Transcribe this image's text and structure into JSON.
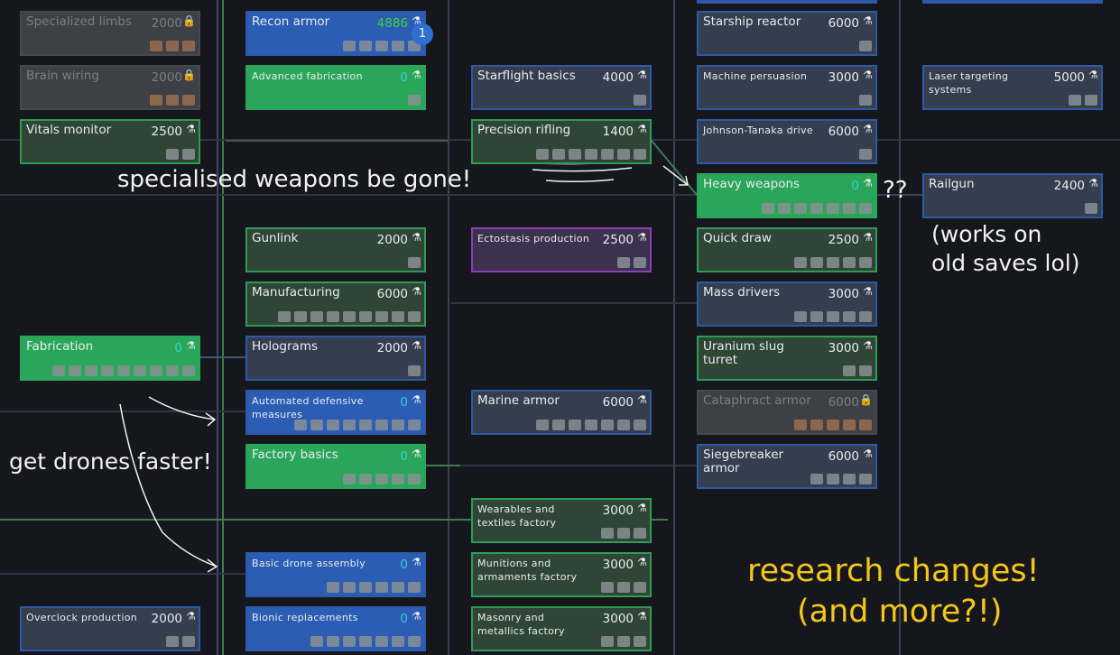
{
  "nodes": [
    {
      "label": "Specialized limbs",
      "cost": "2000",
      "state": "locked",
      "col": 0,
      "row": 0,
      "icons": 3
    },
    {
      "label": "Brain wiring",
      "cost": "2000",
      "state": "locked",
      "col": 0,
      "row": 1,
      "icons": 3
    },
    {
      "label": "Vitals monitor",
      "cost": "2500",
      "state": "prog",
      "col": 0,
      "row": 2,
      "icons": 2
    },
    {
      "label": "Fabrication",
      "cost": "0",
      "state": "done",
      "col": 0,
      "row": 6,
      "icons": 9
    },
    {
      "label": "Overclock production",
      "cost": "2000",
      "state": "avail",
      "col": 0,
      "row": 11,
      "icons": 2,
      "small": true
    },
    {
      "label": "Recon armor",
      "cost": "4886",
      "state": "queued recon",
      "col": 1,
      "row": 0,
      "icons": 5,
      "badge": "1"
    },
    {
      "label": "Advanced fabrication",
      "cost": "0",
      "state": "done",
      "col": 1,
      "row": 1,
      "icons": 1,
      "small": true
    },
    {
      "label": "Gunlink",
      "cost": "2000",
      "state": "prog",
      "col": 1,
      "row": 4,
      "icons": 1
    },
    {
      "label": "Manufacturing",
      "cost": "6000",
      "state": "prog",
      "col": 1,
      "row": 5,
      "icons": 9
    },
    {
      "label": "Holograms",
      "cost": "2000",
      "state": "avail",
      "col": 1,
      "row": 6,
      "icons": 1
    },
    {
      "label": "Automated defensive measures",
      "cost": "0",
      "state": "queued",
      "col": 1,
      "row": 7,
      "icons": 8,
      "small": true
    },
    {
      "label": "Factory basics",
      "cost": "0",
      "state": "done",
      "col": 1,
      "row": 8,
      "icons": 5
    },
    {
      "label": "Basic drone assembly",
      "cost": "0",
      "state": "queued",
      "col": 1,
      "row": 10,
      "icons": 6,
      "small": true
    },
    {
      "label": "Bionic replacements",
      "cost": "0",
      "state": "queued",
      "col": 1,
      "row": 11,
      "icons": 7,
      "small": true
    },
    {
      "label": "Starflight basics",
      "cost": "4000",
      "state": "avail",
      "col": 2,
      "row": 1,
      "icons": 1
    },
    {
      "label": "Precision rifling",
      "cost": "1400",
      "state": "prog",
      "col": 2,
      "row": 2,
      "icons": 7
    },
    {
      "label": "Ectostasis production",
      "cost": "2500",
      "state": "purple",
      "col": 2,
      "row": 4,
      "icons": 2,
      "small": true
    },
    {
      "label": "Marine armor",
      "cost": "6000",
      "state": "avail",
      "col": 2,
      "row": 7,
      "icons": 7
    },
    {
      "label": "Wearables and textiles factory",
      "cost": "3000",
      "state": "prog",
      "col": 2,
      "row": 9,
      "icons": 3,
      "small": true
    },
    {
      "label": "Munitions and armaments factory",
      "cost": "3000",
      "state": "prog",
      "col": 2,
      "row": 10,
      "icons": 3,
      "small": true
    },
    {
      "label": "Masonry and metallics factory",
      "cost": "3000",
      "state": "prog",
      "col": 2,
      "row": 11,
      "icons": 3,
      "small": true
    },
    {
      "label": "Starship reactor",
      "cost": "6000",
      "state": "avail",
      "col": 3,
      "row": 0,
      "icons": 1
    },
    {
      "label": "Machine persuasion",
      "cost": "3000",
      "state": "avail",
      "col": 3,
      "row": 1,
      "icons": 1,
      "small": true
    },
    {
      "label": "Johnson-Tanaka drive",
      "cost": "6000",
      "state": "avail",
      "col": 3,
      "row": 2,
      "icons": 1,
      "small": true
    },
    {
      "label": "Heavy weapons",
      "cost": "0",
      "state": "done",
      "col": 3,
      "row": 3,
      "icons": 7
    },
    {
      "label": "Quick draw",
      "cost": "2500",
      "state": "prog",
      "col": 3,
      "row": 4,
      "icons": 5
    },
    {
      "label": "Mass drivers",
      "cost": "3000",
      "state": "avail",
      "col": 3,
      "row": 5,
      "icons": 5
    },
    {
      "label": "Uranium slug turret",
      "cost": "3000",
      "state": "prog",
      "col": 3,
      "row": 6,
      "icons": 2
    },
    {
      "label": "Cataphract armor",
      "cost": "6000",
      "state": "locked",
      "col": 3,
      "row": 7,
      "icons": 5
    },
    {
      "label": "Siegebreaker armor",
      "cost": "6000",
      "state": "avail",
      "col": 3,
      "row": 8,
      "icons": 4
    },
    {
      "label": "Laser targeting systems",
      "cost": "5000",
      "state": "avail",
      "col": 4,
      "row": 1,
      "icons": 2,
      "small": true
    },
    {
      "label": "Railgun",
      "cost": "2400",
      "state": "avail",
      "col": 4,
      "row": 3,
      "icons": 1
    }
  ],
  "annotations": {
    "weapons": "specialised weapons be gone!",
    "question": "??",
    "saves_1": "(works on",
    "saves_2": "old saves lol)",
    "drones": "get drones faster!",
    "changes_1": "research changes!",
    "changes_2": "(and more?!)"
  },
  "colors": {
    "accent_yellow": "#f3c619",
    "finished": "#2aa65a",
    "queued": "#2b5db5"
  }
}
